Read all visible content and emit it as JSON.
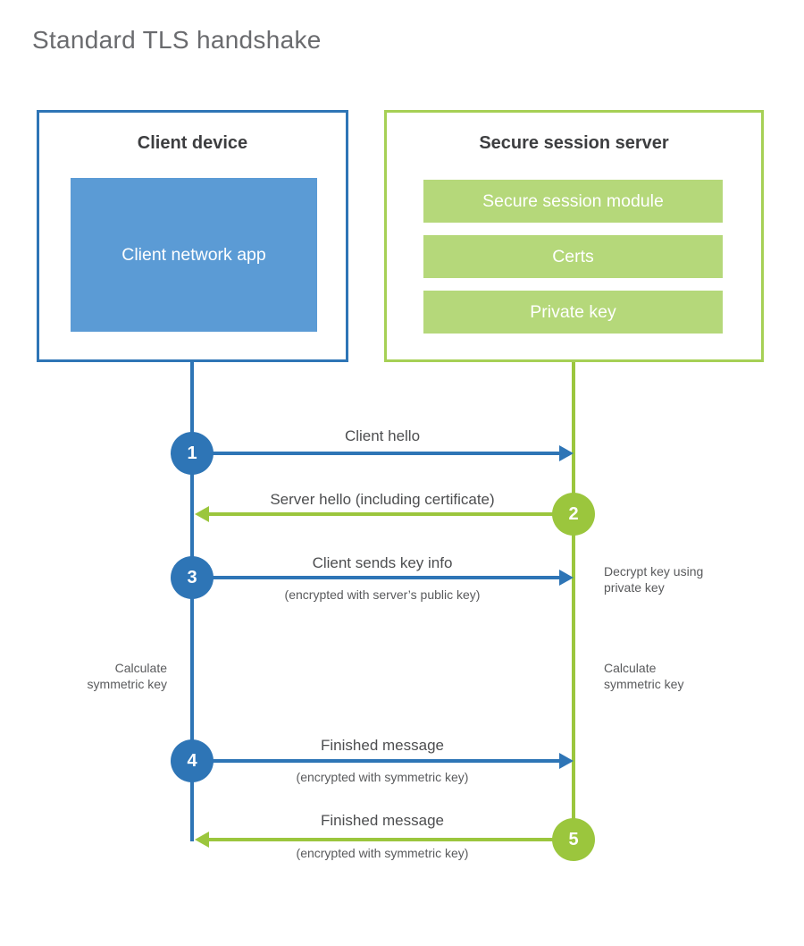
{
  "title": "Standard TLS handshake",
  "colors": {
    "blue": "#2e75b6",
    "blue_light": "#5b9bd5",
    "green": "#9bc63d",
    "green_border": "#a6d055",
    "green_light": "#b5d87a",
    "text_dark": "#3d3e40",
    "text_label": "#4d4e50",
    "text_gray": "#595a5c",
    "title_gray": "#6a6b6e"
  },
  "client": {
    "title": "Client device",
    "app": "Client network app"
  },
  "server": {
    "title": "Secure session server",
    "modules": [
      "Secure session module",
      "Certs",
      "Private key"
    ]
  },
  "steps": [
    {
      "num": "1",
      "label": "Client hello"
    },
    {
      "num": "2",
      "label": "Server hello (including certificate)"
    },
    {
      "num": "3",
      "label": "Client sends key info",
      "sub": "(encrypted with server’s public key)"
    },
    {
      "num": "4",
      "label": "Finished message",
      "sub": "(encrypted with symmetric key)"
    },
    {
      "num": "5",
      "label": "Finished message",
      "sub": "(encrypted with symmetric key)"
    }
  ],
  "annotations": {
    "decrypt": "Decrypt key using\nprivate key",
    "calc_left": "Calculate\nsymmetric key",
    "calc_right": "Calculate\nsymmetric key"
  }
}
